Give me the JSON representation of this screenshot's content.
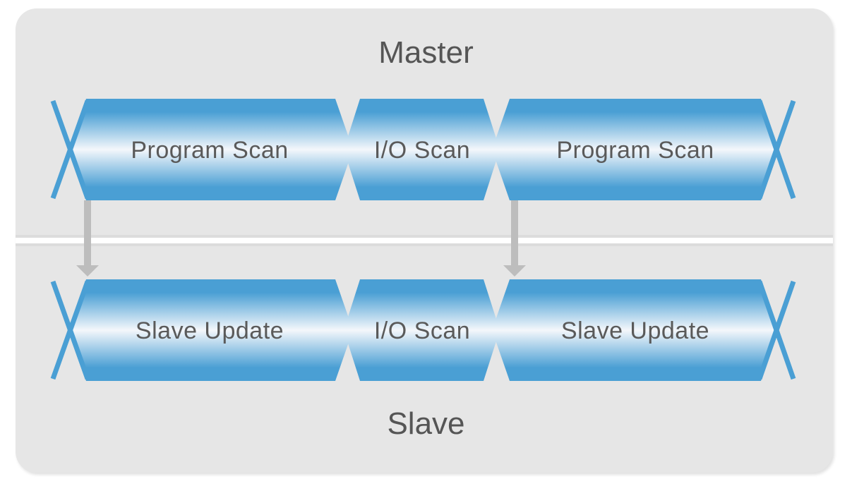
{
  "diagram": {
    "master": {
      "title": "Master",
      "segments": [
        {
          "label": "Program Scan"
        },
        {
          "label": "I/O Scan"
        },
        {
          "label": "Program Scan"
        }
      ]
    },
    "slave": {
      "title": "Slave",
      "segments": [
        {
          "label": "Slave Update"
        },
        {
          "label": "I/O Scan"
        },
        {
          "label": "Slave Update"
        }
      ]
    },
    "colors": {
      "panel": "#e6e6e6",
      "segment_border": "#4a9fd4",
      "segment_center": "#f4f7fb",
      "arrow": "#bdbdbd",
      "text": "#555555"
    }
  }
}
